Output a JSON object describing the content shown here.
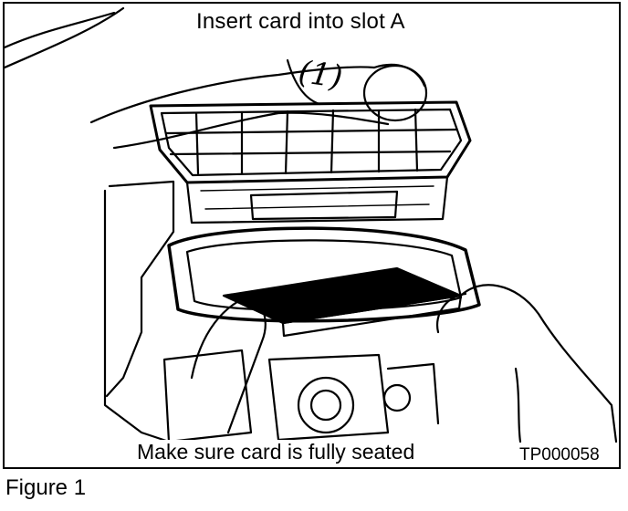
{
  "figure": {
    "top_callout": "Insert card into slot A",
    "bottom_callout": "Make sure card is fully seated",
    "reference_code": "TP000058",
    "step_marker": "(1)",
    "caption": "Figure 1"
  }
}
